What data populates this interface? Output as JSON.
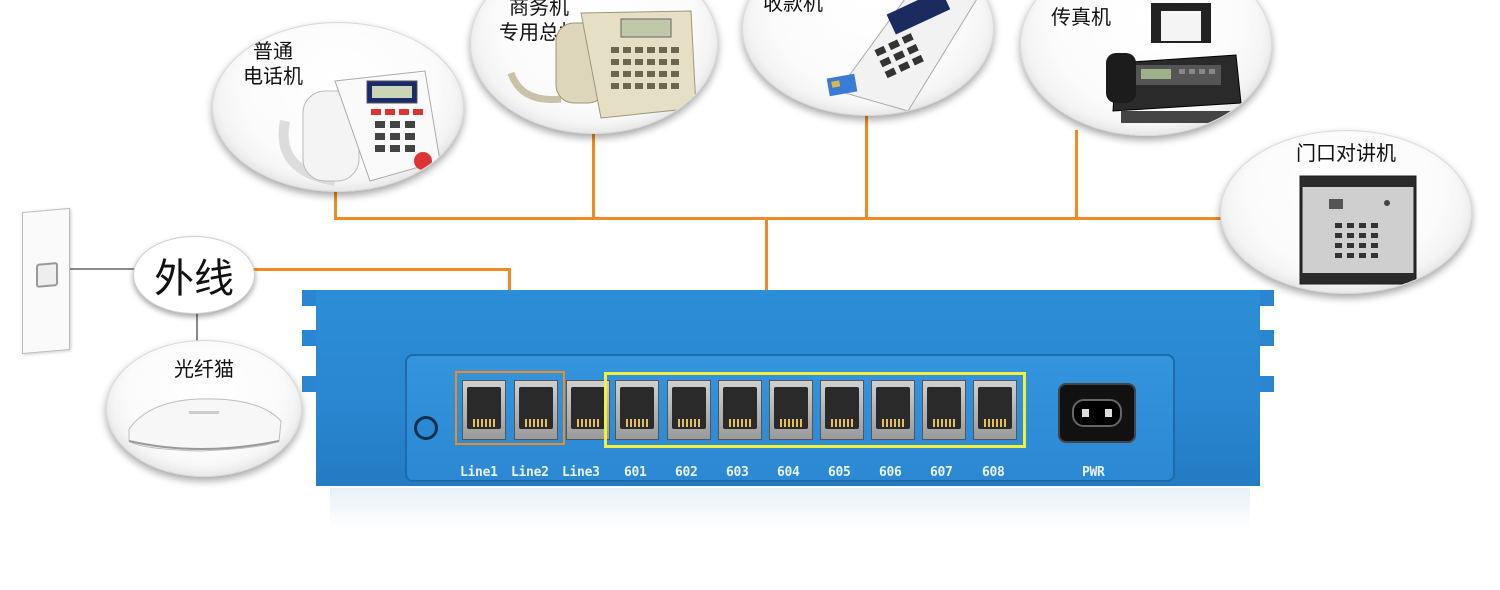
{
  "bubbles": {
    "phone": "普通\n电话机",
    "business_phone": "商务机\n专用总机",
    "pos": "收款机",
    "fax": "传真机",
    "intercom": "门口对讲机",
    "modem": "光纤猫"
  },
  "outside_line": "外线",
  "ports": {
    "line1": "Line1",
    "line2": "Line2",
    "line3": "Line3",
    "e601": "601",
    "e602": "602",
    "e603": "603",
    "e604": "604",
    "e605": "605",
    "e606": "606",
    "e607": "607",
    "e608": "608",
    "pwr": "PWR"
  },
  "colors": {
    "wire": "#f08a22",
    "pbx": "#2a86d0",
    "line_highlight": "#f08a22",
    "extension_highlight": "#f2f03a"
  }
}
